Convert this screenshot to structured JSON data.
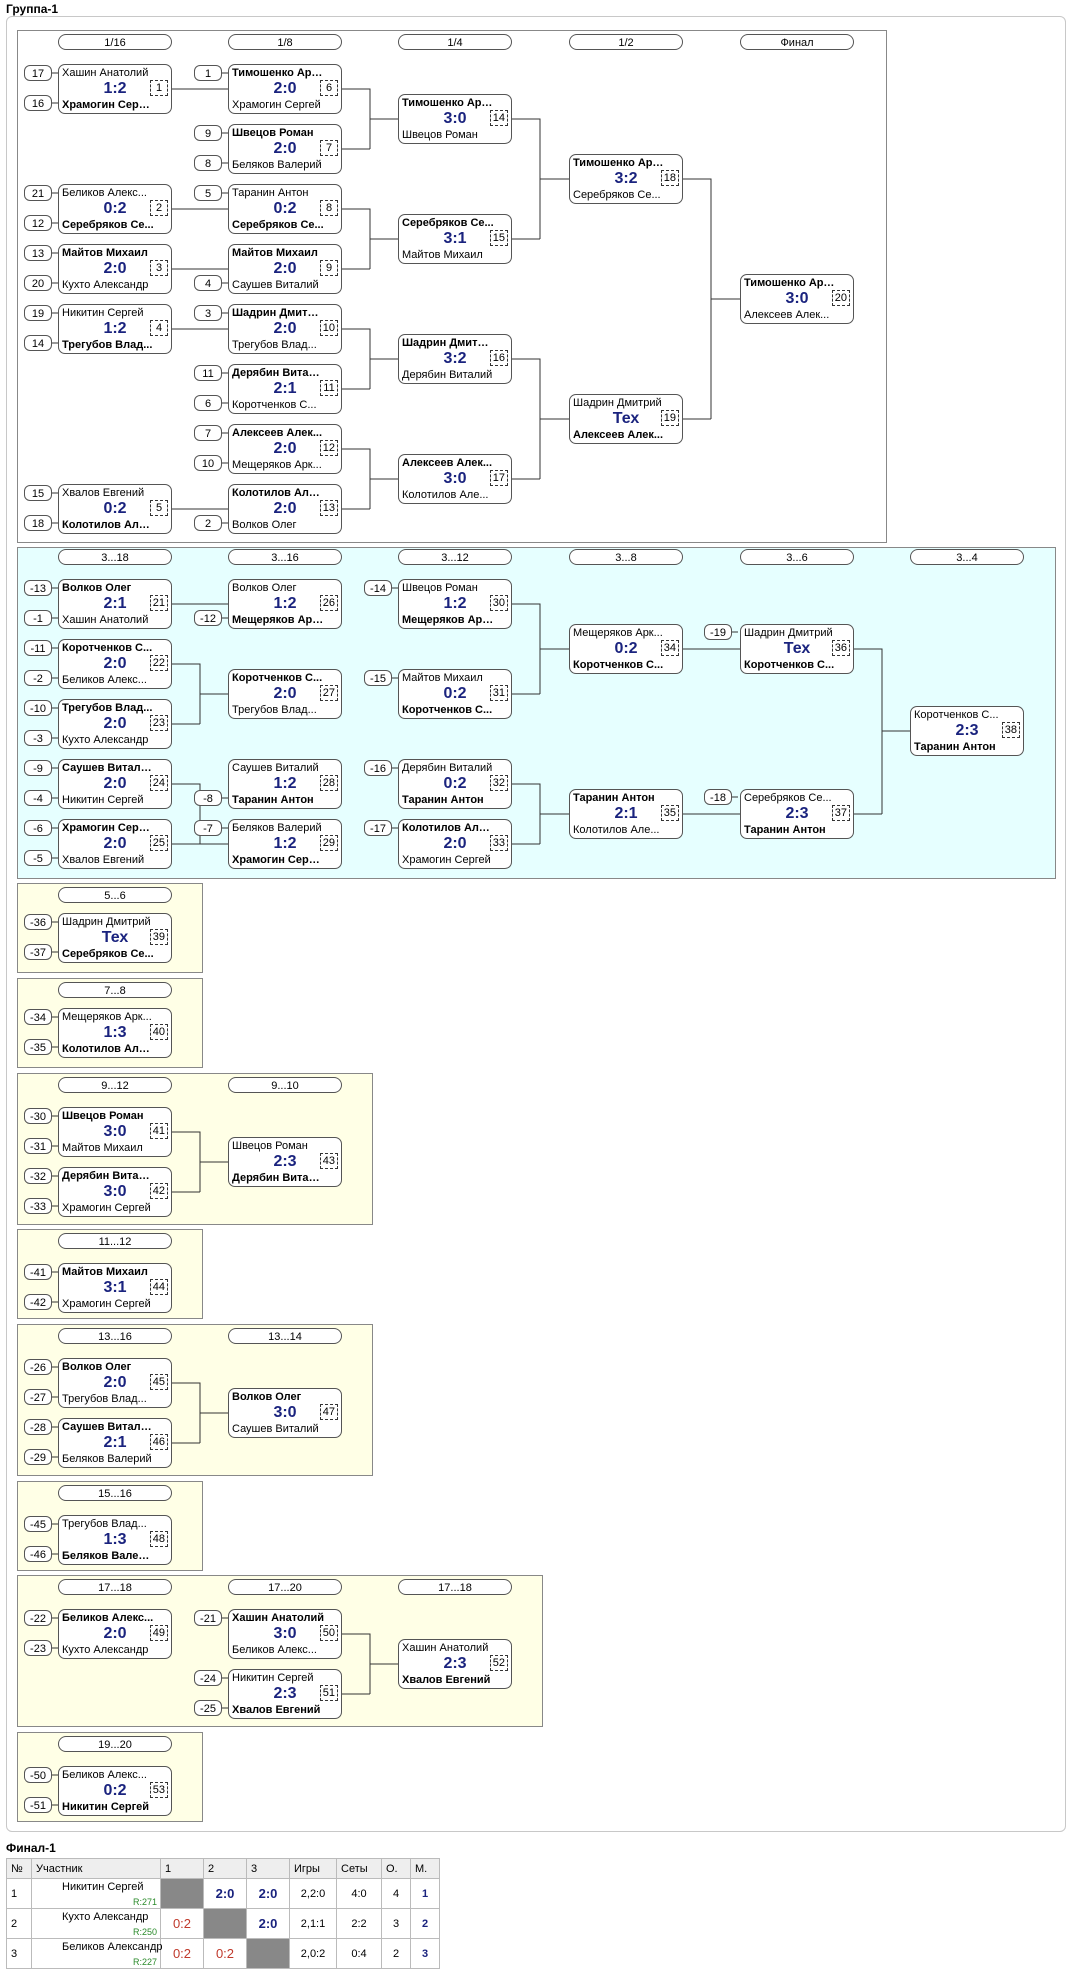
{
  "title": "Группа-1",
  "final_title": "Финал-1",
  "headers": [
    "1/16",
    "1/8",
    "1/4",
    "1/2",
    "Финал",
    "3...18",
    "3...16",
    "3...12",
    "3...8",
    "3...6",
    "3...4",
    "5...6",
    "7...8",
    "9...12",
    "9...10",
    "11...12",
    "13...16",
    "13...14",
    "15...16",
    "17...18",
    "17...20",
    "17...18",
    "19...20"
  ],
  "matches": [
    {
      "n": "1",
      "p1": "Хашин Анатолий",
      "p2": "Храмогин Сергей",
      "s": "1:2",
      "w": 2
    },
    {
      "n": "2",
      "p1": "Беликов Алекс...",
      "p2": "Серебряков Се...",
      "s": "0:2",
      "w": 2
    },
    {
      "n": "3",
      "p1": "Майтов Михаил",
      "p2": "Кухто Александр",
      "s": "2:0",
      "w": 1
    },
    {
      "n": "4",
      "p1": "Никитин Сергей",
      "p2": "Трегубов Влад...",
      "s": "1:2",
      "w": 2
    },
    {
      "n": "5",
      "p1": "Хвалов Евгений",
      "p2": "Колотилов Але...",
      "s": "0:2",
      "w": 2
    },
    {
      "n": "6",
      "p1": "Тимошенко Артём",
      "p2": "Храмогин Сергей",
      "s": "2:0",
      "w": 1
    },
    {
      "n": "7",
      "p1": "Швецов Роман",
      "p2": "Беляков Валерий",
      "s": "2:0",
      "w": 1
    },
    {
      "n": "8",
      "p1": "Таранин Антон",
      "p2": "Серебряков Се...",
      "s": "0:2",
      "w": 2
    },
    {
      "n": "9",
      "p1": "Майтов Михаил",
      "p2": "Саушев Виталий",
      "s": "2:0",
      "w": 1
    },
    {
      "n": "10",
      "p1": "Шадрин Дмитрий",
      "p2": "Трегубов Влад...",
      "s": "2:0",
      "w": 1
    },
    {
      "n": "11",
      "p1": "Дерябин Виталий",
      "p2": "Коротченков С...",
      "s": "2:1",
      "w": 1
    },
    {
      "n": "12",
      "p1": "Алексеев Алек...",
      "p2": "Мещеряков Арк...",
      "s": "2:0",
      "w": 1
    },
    {
      "n": "13",
      "p1": "Колотилов Але...",
      "p2": "Волков Олег",
      "s": "2:0",
      "w": 1
    },
    {
      "n": "14",
      "p1": "Тимошенко Артём",
      "p2": "Швецов Роман",
      "s": "3:0",
      "w": 1
    },
    {
      "n": "15",
      "p1": "Серебряков Се...",
      "p2": "Майтов Михаил",
      "s": "3:1",
      "w": 1
    },
    {
      "n": "16",
      "p1": "Шадрин Дмитрий",
      "p2": "Дерябин Виталий",
      "s": "3:2",
      "w": 1
    },
    {
      "n": "17",
      "p1": "Алексеев Алек...",
      "p2": "Колотилов Але...",
      "s": "3:0",
      "w": 1
    },
    {
      "n": "18",
      "p1": "Тимошенко Артём",
      "p2": "Серебряков Се...",
      "s": "3:2",
      "w": 1
    },
    {
      "n": "19",
      "p1": "Шадрин Дмитрий",
      "p2": "Алексеев Алек...",
      "s": "Тех",
      "w": 2
    },
    {
      "n": "20",
      "p1": "Тимошенко Артём",
      "p2": "Алексеев Алек...",
      "s": "3:0",
      "w": 1
    },
    {
      "n": "21",
      "p1": "Волков Олег",
      "p2": "Хашин Анатолий",
      "s": "2:1",
      "w": 1
    },
    {
      "n": "22",
      "p1": "Коротченков С...",
      "p2": "Беликов Алекс...",
      "s": "2:0",
      "w": 1
    },
    {
      "n": "23",
      "p1": "Трегубов Влад...",
      "p2": "Кухто Александр",
      "s": "2:0",
      "w": 1
    },
    {
      "n": "24",
      "p1": "Саушев Виталий",
      "p2": "Никитин Сергей",
      "s": "2:0",
      "w": 1
    },
    {
      "n": "25",
      "p1": "Храмогин Сергей",
      "p2": "Хвалов Евгений",
      "s": "2:0",
      "w": 1
    },
    {
      "n": "26",
      "p1": "Волков Олег",
      "p2": "Мещеряков Арк...",
      "s": "1:2",
      "w": 2
    },
    {
      "n": "27",
      "p1": "Коротченков С...",
      "p2": "Трегубов Влад...",
      "s": "2:0",
      "w": 1
    },
    {
      "n": "28",
      "p1": "Саушев Виталий",
      "p2": "Таранин Антон",
      "s": "1:2",
      "w": 2
    },
    {
      "n": "29",
      "p1": "Беляков Валерий",
      "p2": "Храмогин Сергей",
      "s": "1:2",
      "w": 2
    },
    {
      "n": "30",
      "p1": "Швецов Роман",
      "p2": "Мещеряков Арк...",
      "s": "1:2",
      "w": 2
    },
    {
      "n": "31",
      "p1": "Майтов Михаил",
      "p2": "Коротченков С...",
      "s": "0:2",
      "w": 2
    },
    {
      "n": "32",
      "p1": "Дерябин Виталий",
      "p2": "Таранин Антон",
      "s": "0:2",
      "w": 2
    },
    {
      "n": "33",
      "p1": "Колотилов Але...",
      "p2": "Храмогин Сергей",
      "s": "2:0",
      "w": 1
    },
    {
      "n": "34",
      "p1": "Мещеряков Арк...",
      "p2": "Коротченков С...",
      "s": "0:2",
      "w": 2
    },
    {
      "n": "35",
      "p1": "Таранин Антон",
      "p2": "Колотилов Але...",
      "s": "2:1",
      "w": 1
    },
    {
      "n": "36",
      "p1": "Шадрин Дмитрий",
      "p2": "Коротченков С...",
      "s": "Тех",
      "w": 2
    },
    {
      "n": "37",
      "p1": "Серебряков Се...",
      "p2": "Таранин Антон",
      "s": "2:3",
      "w": 2
    },
    {
      "n": "38",
      "p1": "Коротченков С...",
      "p2": "Таранин Антон",
      "s": "2:3",
      "w": 2
    },
    {
      "n": "39",
      "p1": "Шадрин Дмитрий",
      "p2": "Серебряков Се...",
      "s": "Тех",
      "w": 2
    },
    {
      "n": "40",
      "p1": "Мещеряков Арк...",
      "p2": "Колотилов Але...",
      "s": "1:3",
      "w": 2
    },
    {
      "n": "41",
      "p1": "Швецов Роман",
      "p2": "Майтов Михаил",
      "s": "3:0",
      "w": 1
    },
    {
      "n": "42",
      "p1": "Дерябин Виталий",
      "p2": "Храмогин Сергей",
      "s": "3:0",
      "w": 1
    },
    {
      "n": "43",
      "p1": "Швецов Роман",
      "p2": "Дерябин Виталий",
      "s": "2:3",
      "w": 2
    },
    {
      "n": "44",
      "p1": "Майтов Михаил",
      "p2": "Храмогин Сергей",
      "s": "3:1",
      "w": 1
    },
    {
      "n": "45",
      "p1": "Волков Олег",
      "p2": "Трегубов Влад...",
      "s": "2:0",
      "w": 1
    },
    {
      "n": "46",
      "p1": "Саушев Виталий",
      "p2": "Беляков Валерий",
      "s": "2:1",
      "w": 1
    },
    {
      "n": "47",
      "p1": "Волков Олег",
      "p2": "Саушев Виталий",
      "s": "3:0",
      "w": 1
    },
    {
      "n": "48",
      "p1": "Трегубов Влад...",
      "p2": "Беляков Валерий",
      "s": "1:3",
      "w": 2
    },
    {
      "n": "49",
      "p1": "Беликов Алекс...",
      "p2": "Кухто Александр",
      "s": "2:0",
      "w": 1
    },
    {
      "n": "50",
      "p1": "Хашин Анатолий",
      "p2": "Беликов Алекс...",
      "s": "3:0",
      "w": 1
    },
    {
      "n": "51",
      "p1": "Никитин Сергей",
      "p2": "Хвалов Евгений",
      "s": "2:3",
      "w": 2
    },
    {
      "n": "52",
      "p1": "Хашин Анатолий",
      "p2": "Хвалов Евгений",
      "s": "2:3",
      "w": 2
    },
    {
      "n": "53",
      "p1": "Беликов Алекс...",
      "p2": "Никитин Сергей",
      "s": "0:2",
      "w": 2
    }
  ],
  "slots": [
    "17",
    "16",
    "1",
    "9",
    "8",
    "21",
    "12",
    "5",
    "13",
    "20",
    "4",
    "19",
    "14",
    "3",
    "11",
    "6",
    "7",
    "10",
    "15",
    "18",
    "2",
    "-13",
    "-1",
    "-12",
    "-14",
    "-11",
    "-2",
    "-10",
    "-3",
    "-15",
    "-19",
    "-9",
    "-4",
    "-8",
    "-16",
    "-18",
    "-6",
    "-5",
    "-7",
    "-17",
    "-36",
    "-37",
    "-34",
    "-35",
    "-30",
    "-31",
    "-32",
    "-33",
    "-41",
    "-42",
    "-26",
    "-27",
    "-28",
    "-29",
    "-45",
    "-46",
    "-22",
    "-23",
    "-21",
    "-24",
    "-25",
    "-50",
    "-51"
  ],
  "final_table": {
    "columns": [
      "№",
      "Участник",
      "1",
      "2",
      "3",
      "Игры",
      "Сеты",
      "О.",
      "М."
    ],
    "rows": [
      {
        "no": "1",
        "name": "Никитин Сергей",
        "rating": "R:271",
        "c1": "",
        "c2": "2:0",
        "c3": "2:0",
        "games": "2,2:0",
        "sets": "4:0",
        "points": "4",
        "place": "1"
      },
      {
        "no": "2",
        "name": "Кухто Александр",
        "rating": "R:250",
        "c1": "0:2",
        "c2": "",
        "c3": "2:0",
        "games": "2,1:1",
        "sets": "2:2",
        "points": "3",
        "place": "2"
      },
      {
        "no": "3",
        "name": "Беликов Александр",
        "rating": "R:227",
        "c1": "0:2",
        "c2": "0:2",
        "c3": "",
        "games": "2,0:2",
        "sets": "0:4",
        "points": "2",
        "place": "3"
      }
    ]
  }
}
